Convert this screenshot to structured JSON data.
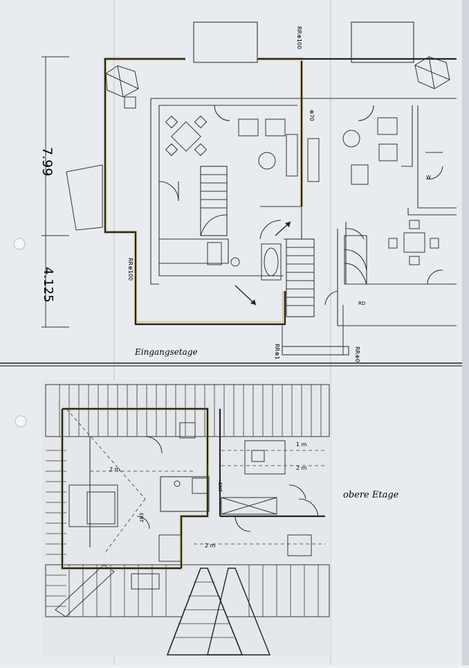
{
  "sheet": {
    "upper_plan": {
      "caption": "Eingangsetage",
      "dim_top": "7.99",
      "dim_bottom": "4.125",
      "labels": {
        "rr_left": "RR⊕100",
        "rr_top": "RR⊕100",
        "rr_bottom": "RR⊕1",
        "rr_bottom_right": "RR⊕0",
        "level_70": "⊕70",
        "w_label": "W",
        "rd_label": "RD"
      }
    },
    "lower_plan": {
      "caption": "obere Etage",
      "labels": {
        "ent_1": "ENT",
        "ent_2": "ENT",
        "m1": "1 m",
        "m2a": "2 m",
        "m2b": "2 m",
        "m2c": "2 m"
      }
    }
  }
}
